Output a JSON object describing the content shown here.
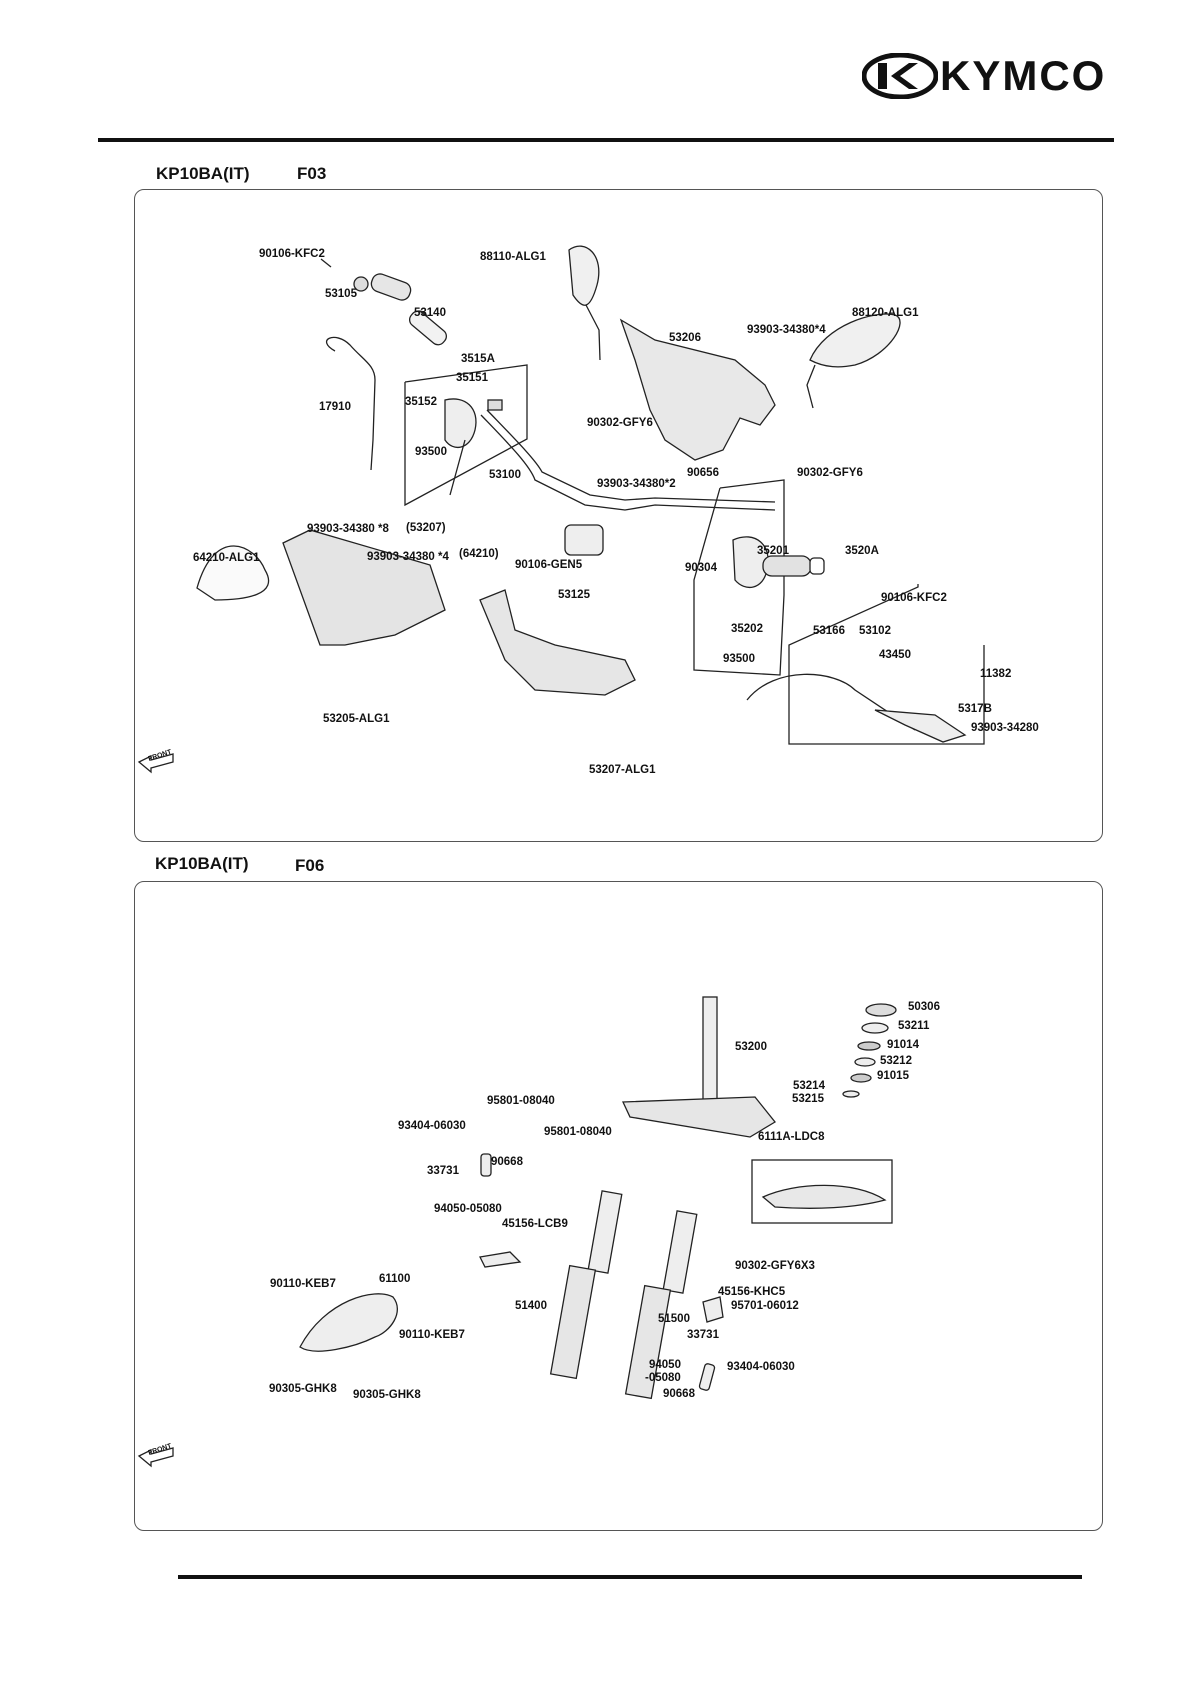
{
  "brand": {
    "name": "KYMCO"
  },
  "sections": [
    {
      "model": "KP10BA(IT)",
      "code": "F03",
      "labels": [
        "90106-KFC2",
        "53105",
        "53140",
        "88110-ALG1",
        "53206",
        "93903-34380*4",
        "88120-ALG1",
        "17910",
        "3515A",
        "35151",
        "35152",
        "93500",
        "90302-GFY6",
        "53100",
        "93903-34380*2",
        "90656",
        "90302-GFY6",
        "93903-34380 *8",
        "(53207)",
        "93903-34380 *4",
        "(64210)",
        "64210-ALG1",
        "90106-GEN5",
        "90304",
        "53125",
        "35201",
        "3520A",
        "90106-KFC2",
        "35202",
        "53166",
        "53102",
        "93500",
        "43450",
        "11382",
        "5317B",
        "93903-34280",
        "53205-ALG1",
        "53207-ALG1",
        "FRONT"
      ]
    },
    {
      "model": "KP10BA(IT)",
      "code": "F06",
      "labels": [
        "50306",
        "53211",
        "91014",
        "53212",
        "91015",
        "53200",
        "53214",
        "53215",
        "95801-08040",
        "93404-06030",
        "95801-08040",
        "6111A-LDC8",
        "90668",
        "33731",
        "94050-05080",
        "45156-LCB9",
        "90302-GFY6X3",
        "90110-KEB7",
        "61100",
        "45156-KHC5",
        "51400",
        "95701-06012",
        "51500",
        "90110-KEB7",
        "33731",
        "94050",
        "-05080",
        "93404-06030",
        "90668",
        "90305-GHK8",
        "90305-GHK8",
        "FRONT"
      ]
    }
  ]
}
